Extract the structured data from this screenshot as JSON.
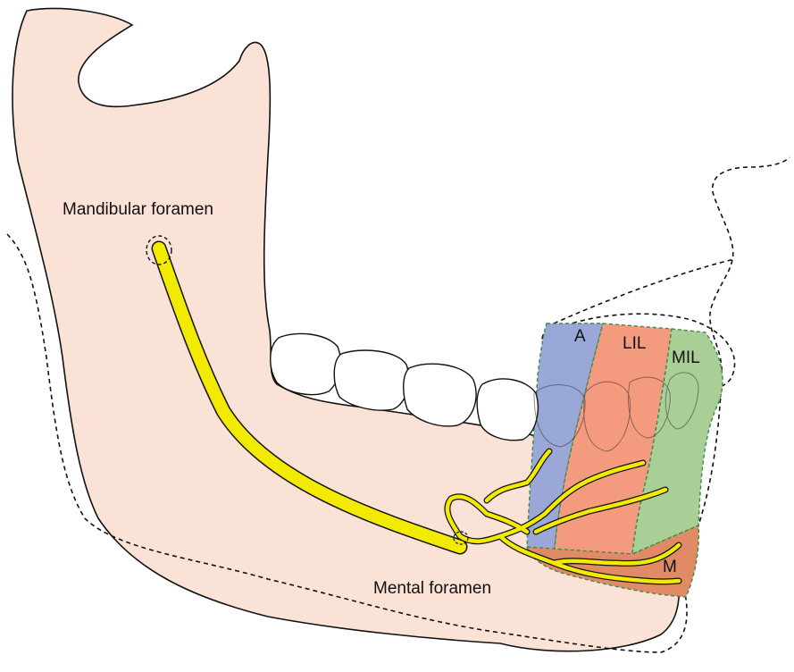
{
  "labels": {
    "mandibular_foramen": "Mandibular foramen",
    "mental_foramen": "Mental foramen"
  },
  "zones": {
    "a": "A",
    "lil": "LIL",
    "mil": "MIL",
    "m": "M"
  },
  "colors": {
    "bone": "#fbe2d6",
    "nerve": "#f2ea00",
    "zone_a": "#9aa8d8",
    "zone_lil": "#f39a7f",
    "zone_mil": "#a9cf96",
    "zone_m": "#e08a66",
    "zone_border": "#3b8a4a",
    "tooth": "#ffffff"
  }
}
